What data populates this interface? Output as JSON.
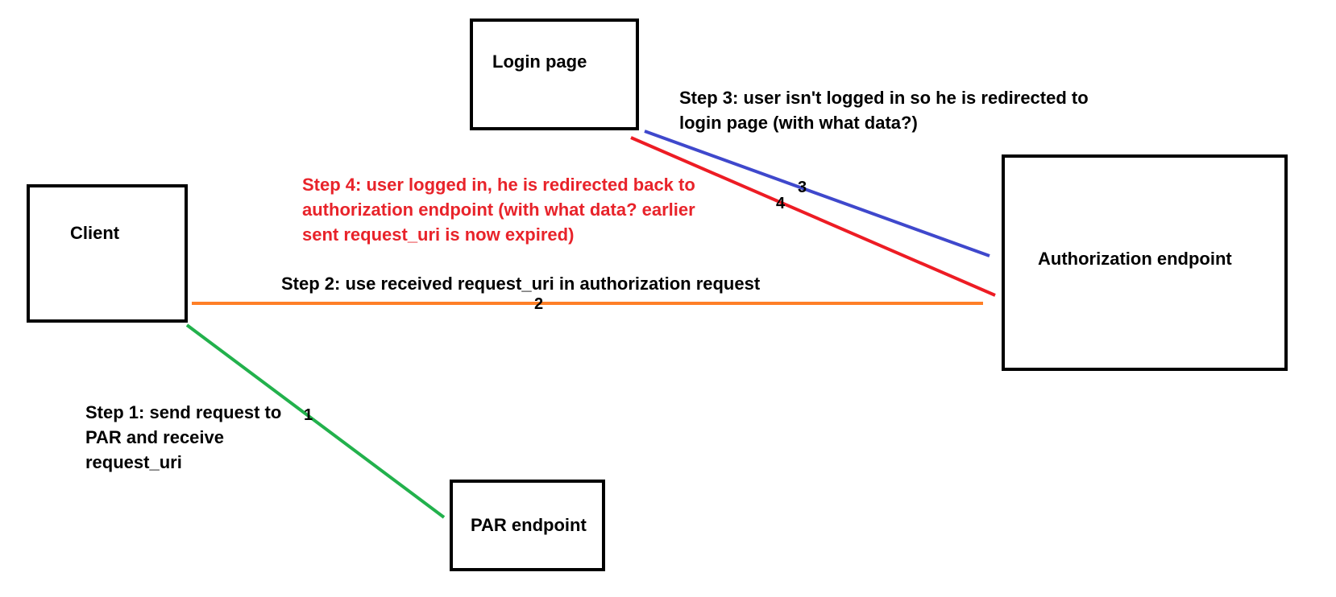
{
  "boxes": {
    "login": "Login page",
    "client": "Client",
    "auth": "Authorization endpoint",
    "par": "PAR endpoint"
  },
  "steps": {
    "step1": [
      "Step 1: send request to",
      "PAR and receive",
      "request_uri"
    ],
    "step2": [
      "Step 2: use received request_uri in authorization request"
    ],
    "step3": [
      "Step 3: user isn't logged in so he is redirected to",
      "login page (with what data?)"
    ],
    "step4": [
      "Step 4: user logged in, he is redirected back to",
      "authorization endpoint (with what data? earlier",
      "sent request_uri is now expired)"
    ]
  },
  "numbers": {
    "n1": "1",
    "n2": "2",
    "n3": "3",
    "n4": "4"
  },
  "colors": {
    "step1_line": "#22b14c",
    "step2_line": "#ff7f27",
    "step3_line": "#3f48cc",
    "step4_line": "#ed1c24",
    "step4_text": "#e8232a"
  }
}
